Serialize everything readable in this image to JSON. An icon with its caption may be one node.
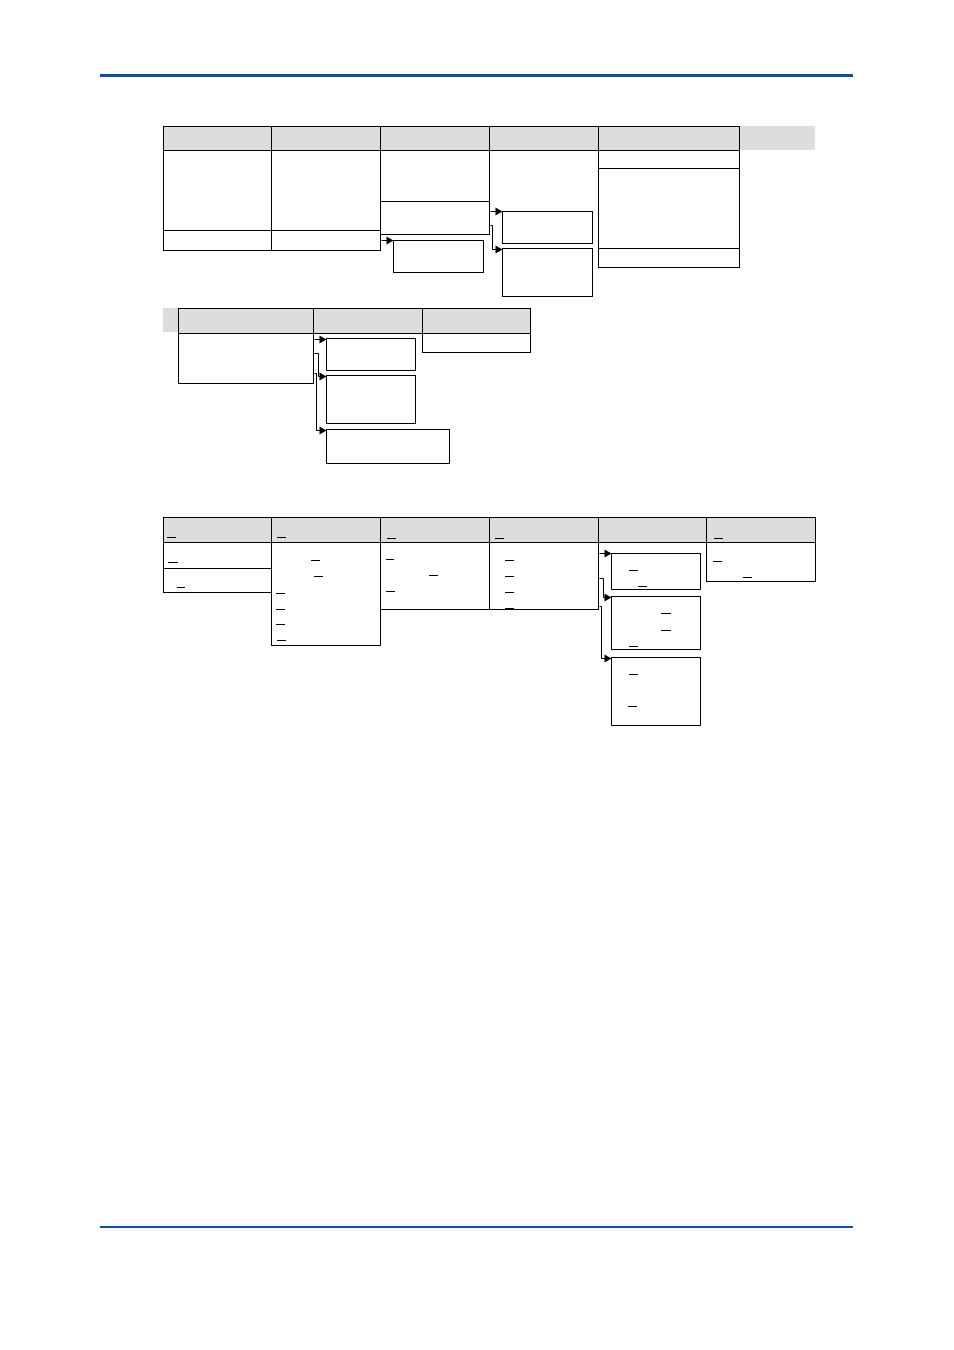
{
  "diagram": {
    "nodes": [
      {
        "text": [],
        "shape": "box"
      },
      {
        "text": [],
        "shape": "box"
      },
      {
        "text": [],
        "shape": "box"
      },
      {
        "text": [],
        "shape": "box"
      },
      {
        "text": [],
        "shape": "box"
      },
      {
        "text": [],
        "shape": "bar"
      },
      {
        "text": [],
        "shape": "box"
      },
      {
        "text": [],
        "shape": "box"
      },
      {
        "text": [],
        "shape": "box"
      },
      {
        "text": [],
        "shape": "box"
      },
      {
        "text": [],
        "shape": "box"
      },
      {
        "text": [],
        "shape": "box"
      },
      {
        "text": [],
        "shape": "box"
      },
      {
        "text": [],
        "shape": "box"
      },
      {
        "text": [],
        "shape": "box"
      },
      {
        "text": [],
        "shape": "box"
      },
      {
        "text": [],
        "shape": "box"
      },
      {
        "text": [],
        "shape": "box"
      },
      {
        "text": [],
        "shape": "bar"
      },
      {
        "text": [],
        "shape": "box"
      },
      {
        "text": [],
        "shape": "box"
      },
      {
        "text": [],
        "shape": "box"
      },
      {
        "text": [],
        "shape": "box"
      },
      {
        "text": [],
        "shape": "box"
      },
      {
        "text": [],
        "shape": "box"
      },
      {
        "text": [],
        "shape": "box"
      },
      {
        "text": [],
        "shape": "box"
      },
      {
        "text": [],
        "shape": "box"
      },
      {
        "text": [],
        "shape": "box"
      },
      {
        "text": [],
        "shape": "box"
      },
      {
        "text": [],
        "shape": "box"
      },
      {
        "text": [],
        "shape": "box"
      },
      {
        "text": [],
        "shape": "box"
      },
      {
        "text": [],
        "shape": "box"
      },
      {
        "text": [],
        "shape": "box"
      },
      {
        "text": [],
        "shape": "box"
      },
      {
        "text": [],
        "shape": "box"
      },
      {
        "text": [],
        "shape": "box"
      },
      {
        "text": [],
        "shape": "box"
      },
      {
        "text": [],
        "shape": "box"
      },
      {
        "text": [],
        "shape": "box"
      },
      {
        "text": [],
        "shape": "box"
      }
    ],
    "edges": [
      {
        "from": 9,
        "to": 12,
        "arrow": "to"
      },
      {
        "from": 11,
        "to": 13,
        "arrow": "to"
      },
      {
        "from": 11,
        "to": 14,
        "arrow": "to"
      },
      {
        "from": 22,
        "to": 23,
        "arrow": "to"
      },
      {
        "from": 22,
        "to": 24,
        "arrow": "to"
      },
      {
        "from": 22,
        "to": 25,
        "arrow": "to"
      },
      {
        "from": 37,
        "to": 38,
        "arrow": "to"
      },
      {
        "from": 37,
        "to": 39,
        "arrow": "to"
      },
      {
        "from": 37,
        "to": 40,
        "arrow": "to"
      }
    ]
  }
}
